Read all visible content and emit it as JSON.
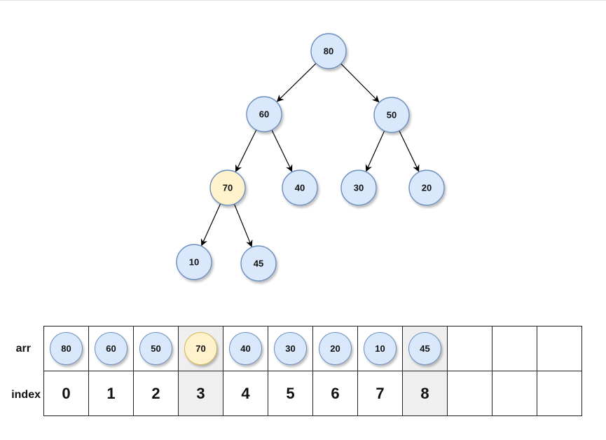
{
  "colors": {
    "node_fill": "#dae8fc",
    "node_stroke": "#6c8ebf",
    "highlight_fill": "#fff2cc",
    "highlight_stroke": "#d6b656",
    "cell_highlight": "#efefef"
  },
  "tree": {
    "nodes": [
      {
        "id": "n0",
        "value": "80",
        "highlight": false
      },
      {
        "id": "n1",
        "value": "60",
        "highlight": false
      },
      {
        "id": "n2",
        "value": "50",
        "highlight": false
      },
      {
        "id": "n3",
        "value": "70",
        "highlight": true
      },
      {
        "id": "n4",
        "value": "40",
        "highlight": false
      },
      {
        "id": "n5",
        "value": "30",
        "highlight": false
      },
      {
        "id": "n6",
        "value": "20",
        "highlight": false
      },
      {
        "id": "n7",
        "value": "10",
        "highlight": false
      },
      {
        "id": "n8",
        "value": "45",
        "highlight": false
      }
    ],
    "edges": [
      {
        "from": "n0",
        "to": "n1"
      },
      {
        "from": "n0",
        "to": "n2"
      },
      {
        "from": "n1",
        "to": "n3"
      },
      {
        "from": "n1",
        "to": "n4"
      },
      {
        "from": "n2",
        "to": "n5"
      },
      {
        "from": "n2",
        "to": "n6"
      },
      {
        "from": "n3",
        "to": "n7"
      },
      {
        "from": "n3",
        "to": "n8"
      }
    ]
  },
  "array": {
    "row_labels": {
      "arr": "arr",
      "index": "index"
    },
    "cells": [
      {
        "value": "80",
        "index": "0",
        "node_highlight": false,
        "cell_highlight": false
      },
      {
        "value": "60",
        "index": "1",
        "node_highlight": false,
        "cell_highlight": false
      },
      {
        "value": "50",
        "index": "2",
        "node_highlight": false,
        "cell_highlight": false
      },
      {
        "value": "70",
        "index": "3",
        "node_highlight": true,
        "cell_highlight": true
      },
      {
        "value": "40",
        "index": "4",
        "node_highlight": false,
        "cell_highlight": false
      },
      {
        "value": "30",
        "index": "5",
        "node_highlight": false,
        "cell_highlight": false
      },
      {
        "value": "20",
        "index": "6",
        "node_highlight": false,
        "cell_highlight": false
      },
      {
        "value": "10",
        "index": "7",
        "node_highlight": false,
        "cell_highlight": false
      },
      {
        "value": "45",
        "index": "8",
        "node_highlight": false,
        "cell_highlight": true
      },
      {
        "value": "",
        "index": "",
        "node_highlight": false,
        "cell_highlight": false
      },
      {
        "value": "",
        "index": "",
        "node_highlight": false,
        "cell_highlight": false
      },
      {
        "value": "",
        "index": "",
        "node_highlight": false,
        "cell_highlight": false
      }
    ]
  }
}
